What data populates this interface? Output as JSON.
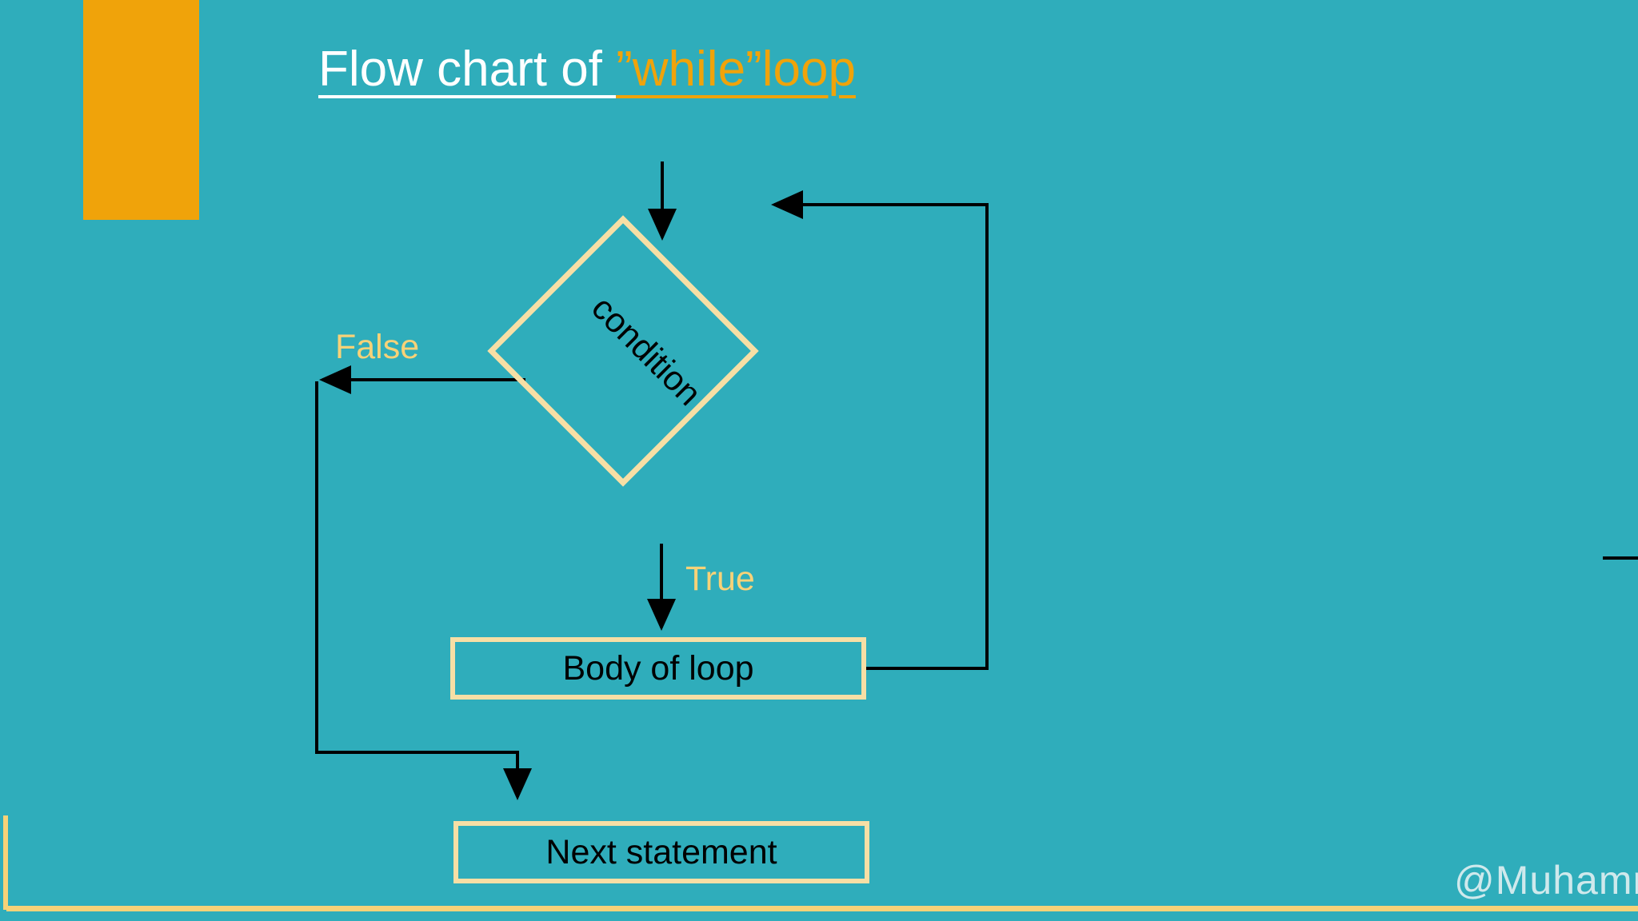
{
  "slide": {
    "background_color": "#2FADBB",
    "accent_color": "#F0A30A",
    "shape_border_color": "#F7DFA5",
    "label_color": "#F7D278",
    "connector_color": "#000000",
    "title": {
      "part_white": "Flow chart of ",
      "part_orange": "”while”loop"
    },
    "watermark": "@Muhamm"
  },
  "chart_data": {
    "type": "diagram",
    "diagram_kind": "flowchart",
    "title": "Flow chart of ”while”loop",
    "nodes": [
      {
        "id": "start",
        "shape": "arrow-entry",
        "label": ""
      },
      {
        "id": "condition",
        "shape": "diamond",
        "label": "condition"
      },
      {
        "id": "body",
        "shape": "rectangle",
        "label": "Body of loop"
      },
      {
        "id": "next",
        "shape": "rectangle",
        "label": "Next statement"
      }
    ],
    "edges": [
      {
        "from": "start",
        "to": "condition",
        "label": ""
      },
      {
        "from": "condition",
        "to": "body",
        "label": "True"
      },
      {
        "from": "condition",
        "to": "next",
        "label": "False"
      },
      {
        "from": "body",
        "to": "condition",
        "label": ""
      }
    ],
    "edge_labels": [
      "False",
      "True"
    ]
  },
  "shapes": {
    "condition_label": "condition",
    "body_label": "Body of loop",
    "next_label": "Next statement"
  },
  "labels": {
    "false": "False",
    "true": "True"
  }
}
